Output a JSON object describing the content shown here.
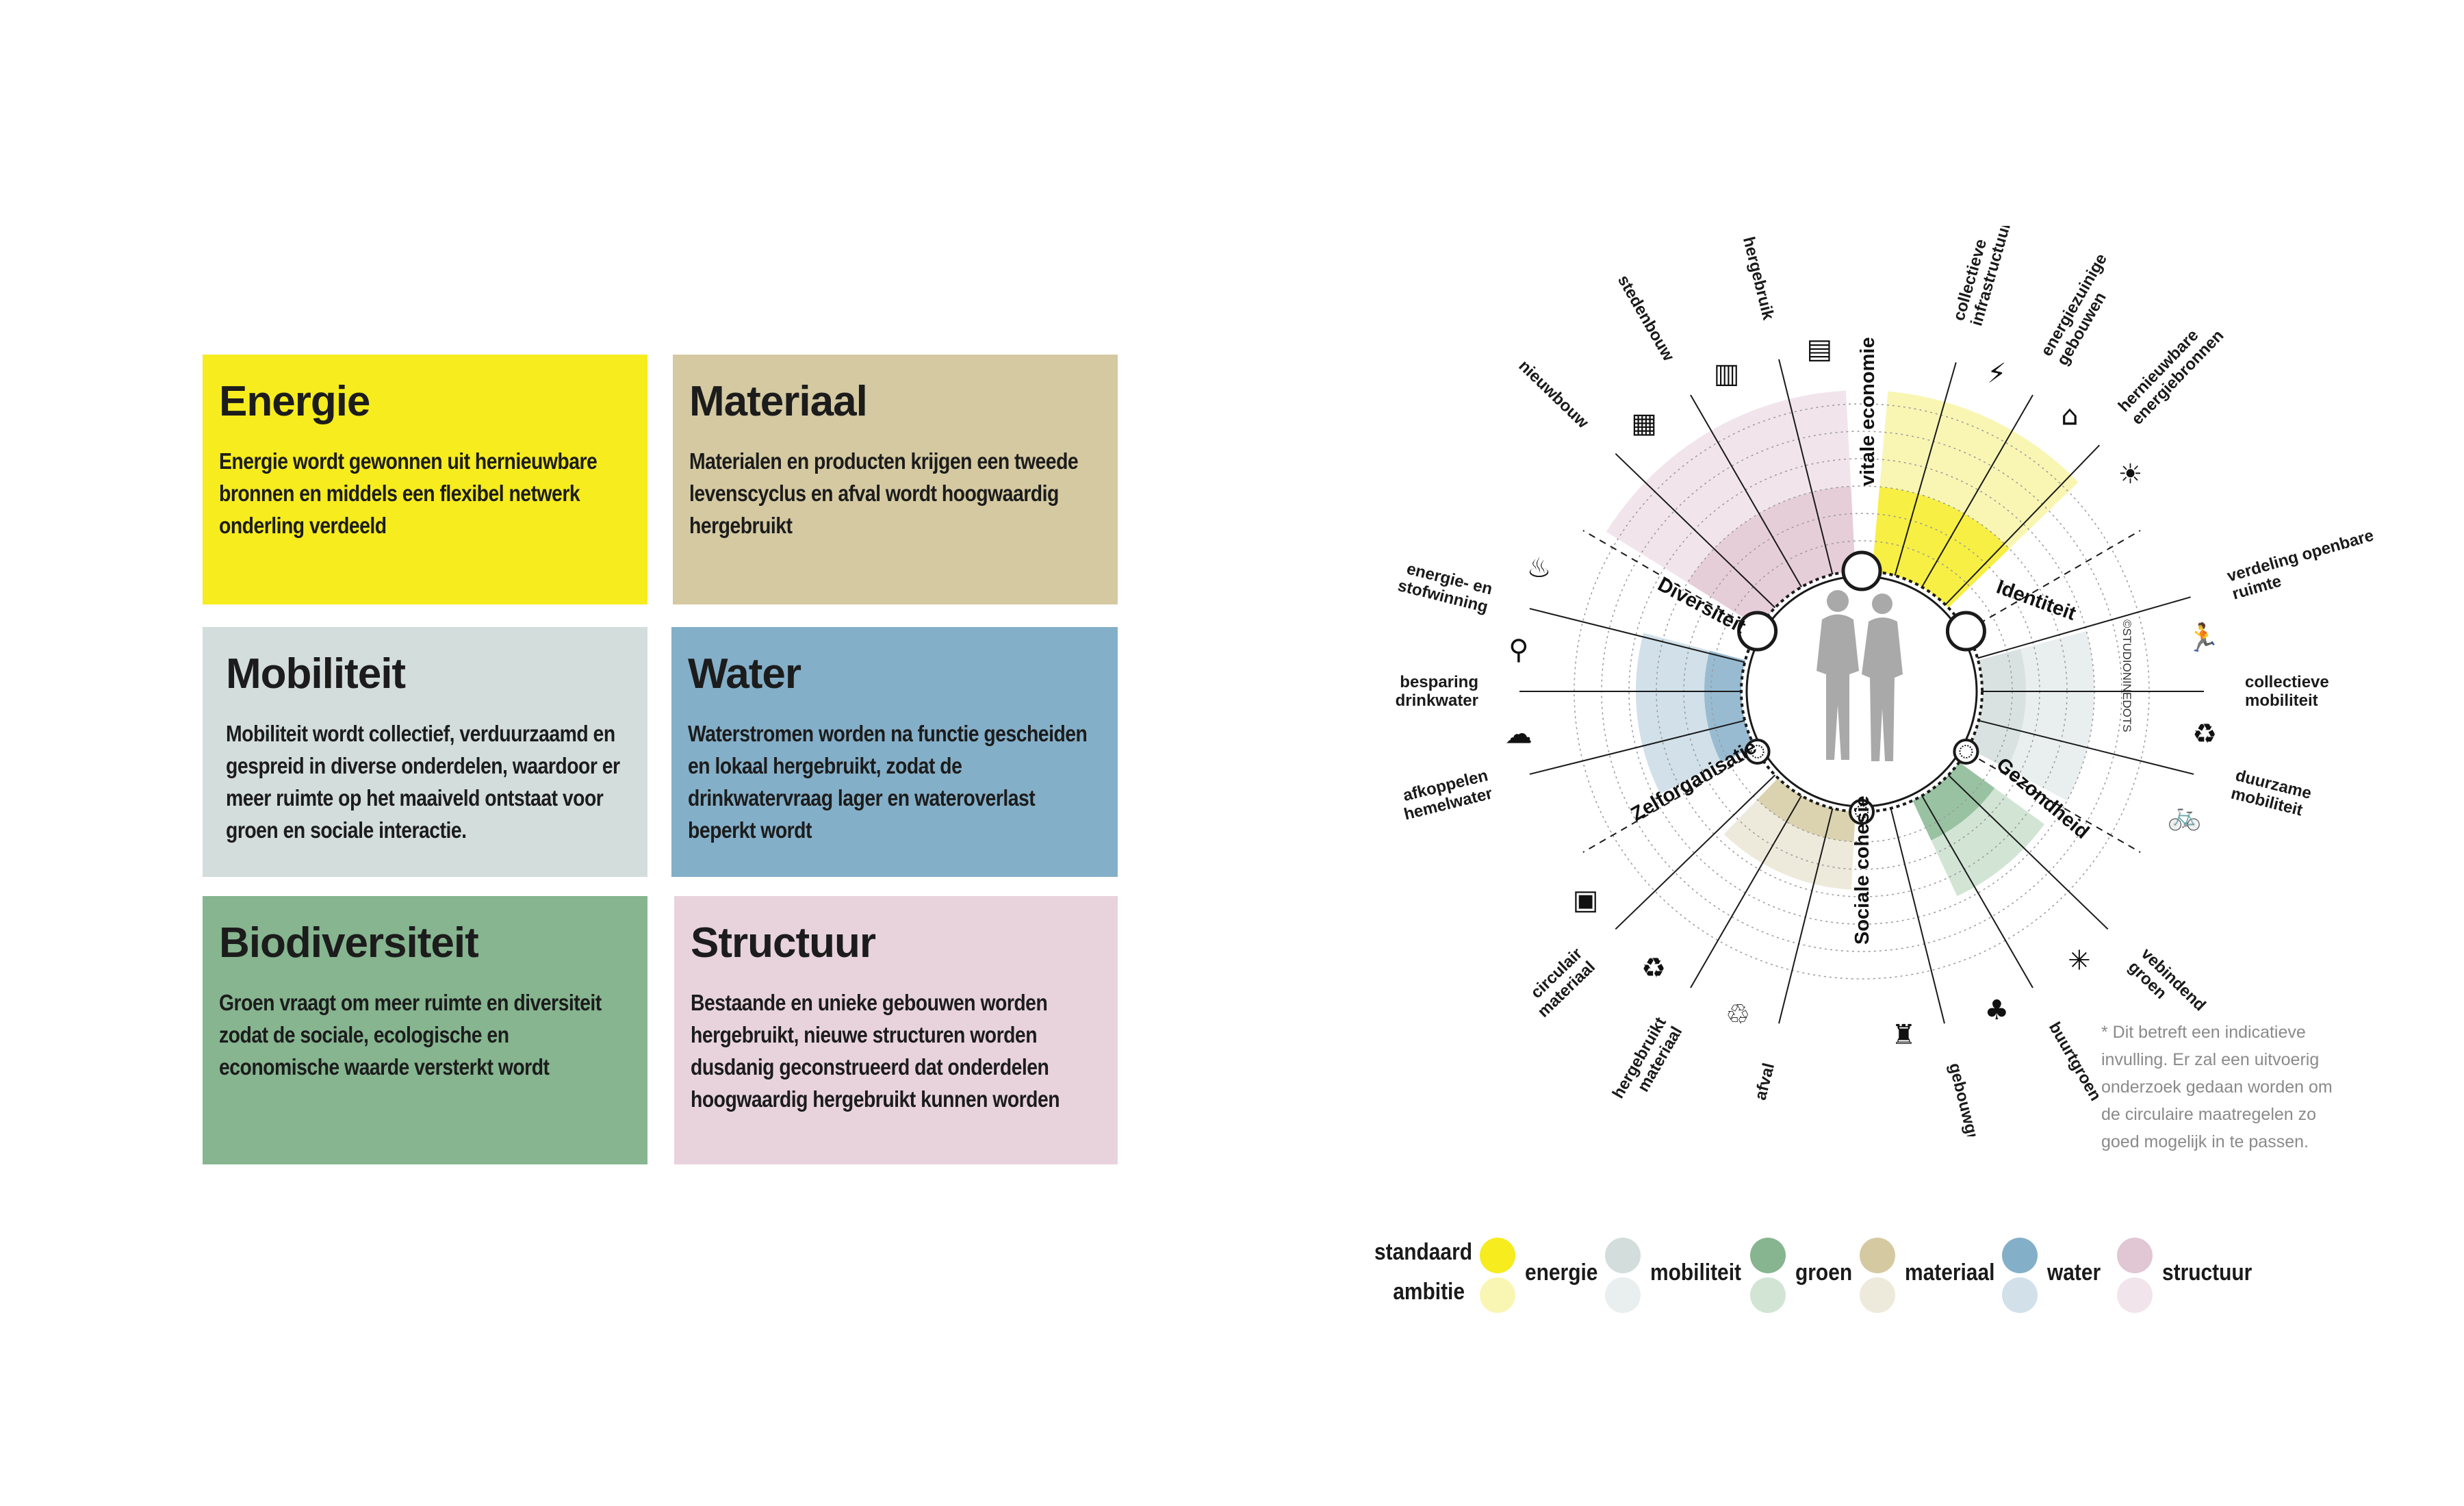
{
  "cards": [
    {
      "title": "Energie",
      "text": "Energie wordt gewonnen uit hernieuwbare bronnen en middels een flexibel netwerk onderling verdeeld",
      "color": "#f6ec1e"
    },
    {
      "title": "Materiaal",
      "text": "Materialen en producten krijgen een tweede levenscyclus en afval wordt hoogwaardig hergebruikt",
      "color": "#d4c9a1"
    },
    {
      "title": "Mobiliteit",
      "text": "Mobiliteit wordt collectief, verduurzaamd en gespreid in diverse onderdelen, waardoor er meer ruimte op het maaiveld ontstaat voor groen en sociale interactie.",
      "color": "#d3dddc"
    },
    {
      "title": "Water",
      "text": "Waterstromen worden na functie gescheiden en lokaal hergebruikt, zodat de drinkwatervraag lager en wateroverlast beperkt wordt",
      "color": "#84afc8"
    },
    {
      "title": "Biodiversiteit",
      "text": "Groen vraagt om meer ruimte en diversiteit zodat de sociale, ecologische en economische waarde versterkt wordt",
      "color": "#86b590"
    },
    {
      "title": "Structuur",
      "text": "Bestaande en unieke gebouwen worden hergebruikt, nieuwe structuren worden dusdanig geconstrueerd dat onderdelen hoogwaardig hergebruikt kunnen worden",
      "color": "#e8d3dc"
    }
  ],
  "diagram": {
    "categories": [
      "vitale economie",
      "Identiteit",
      "Gezondheid",
      "Sociale cohesie",
      "Zelforganisatie",
      "Diversiteit"
    ],
    "spokes": [
      "collectieve infrastructuur",
      "energiezuinige gebouwen",
      "hernieuwbare energiebronnen",
      "verdeling openbare ruimte",
      "collectieve mobiliteit",
      "duurzame mobiliteit",
      "vebindend groen",
      "buurtgroen",
      "gebouwgroen",
      "afval",
      "hergebruikt materiaal",
      "circulair materiaal",
      "afkoppelen hemelwater",
      "besparing drinkwater",
      "energie- en stofwinning",
      "nieuwbouw",
      "stedenbouw",
      "hergebruik"
    ],
    "credit": "©STUDIONINEDOTS"
  },
  "footnote": "* Dit betreft een indicatieve invulling.  Er zal een uitvoerig onderzoek gedaan worden om de circulaire maatregelen zo goed mogelijk in te passen.",
  "legend": {
    "row_standard": "standaard",
    "row_ambition": "ambitie",
    "items": [
      {
        "label": "energie",
        "standard": "#f6ec1e",
        "ambition": "#f9f6b4"
      },
      {
        "label": "mobiliteit",
        "standard": "#d3dddc",
        "ambition": "#e9eeee"
      },
      {
        "label": "groen",
        "standard": "#86b590",
        "ambition": "#d2e5d5"
      },
      {
        "label": "materiaal",
        "standard": "#d4c9a1",
        "ambition": "#eeeadb"
      },
      {
        "label": "water",
        "standard": "#84afc8",
        "ambition": "#d1e0e9"
      },
      {
        "label": "structuur",
        "standard": "#e1c6d3",
        "ambition": "#f1e5eb"
      }
    ]
  }
}
